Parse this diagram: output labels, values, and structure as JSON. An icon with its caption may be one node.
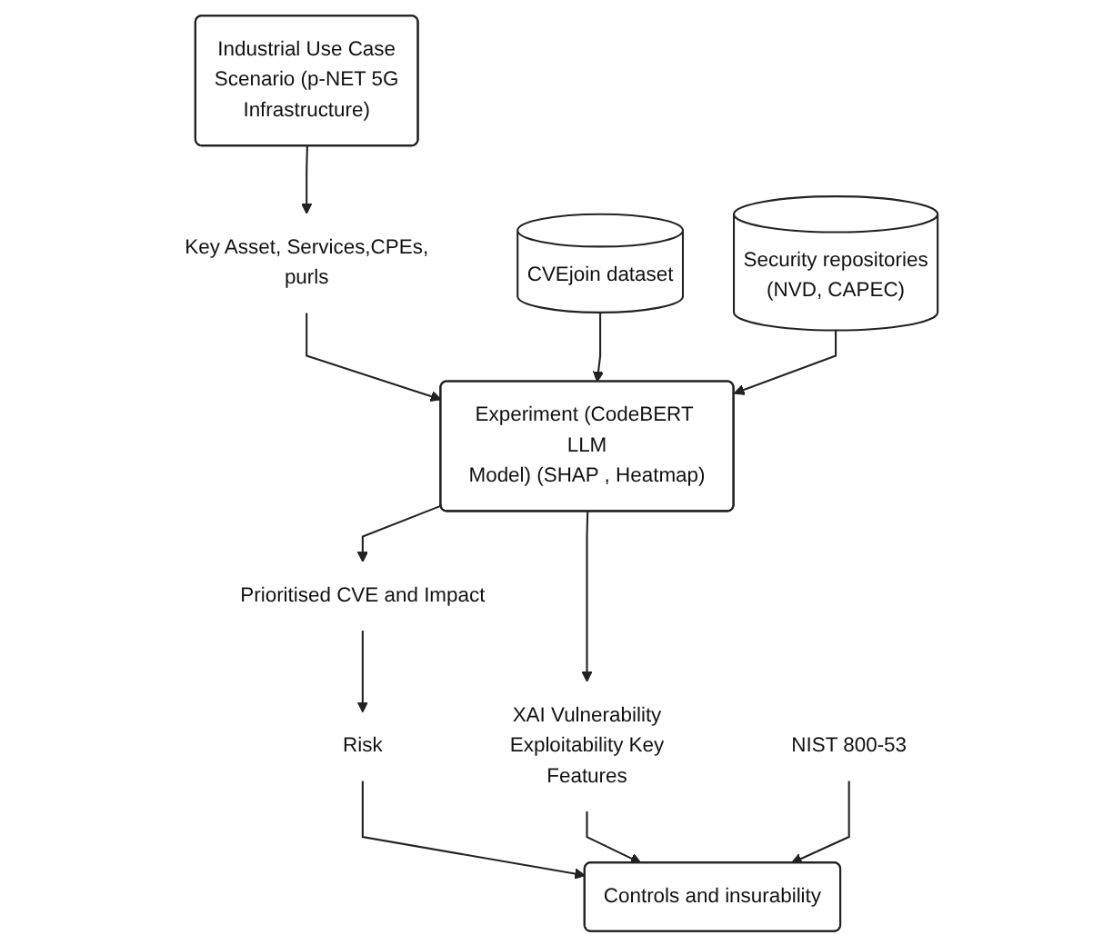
{
  "diagram": {
    "nodes": [
      {
        "text": [
          "Industrial Use Case Scenario (p-NET 5G Infrastructure)"
        ]
      },
      {
        "text": [
          "Key Asset, Services,CPEs, purls"
        ]
      },
      {
        "text": [
          "CVEjoin dataset"
        ]
      },
      {
        "text": [
          "Experiment (CodeBERT LLM Model) (SHAP , Heatmap)"
        ]
      },
      {
        "text": [
          "Security repositories (NVD, CAPEC)"
        ]
      },
      {
        "text": [
          "Prioritised CVE and Impact"
        ]
      },
      {
        "text": [
          "XAI Vulnerability Exploitability Key Features"
        ]
      },
      {
        "text": [
          "Risk"
        ]
      },
      {
        "text": [
          "Controls and insurability"
        ]
      },
      {
        "text": [
          "NIST 800-53"
        ]
      }
    ],
    "edges": [
      {
        "from": 0,
        "to": 1,
        "arrow": "to"
      },
      {
        "from": 1,
        "to": 3,
        "arrow": "to"
      },
      {
        "from": 2,
        "to": 3,
        "arrow": "to"
      },
      {
        "from": 4,
        "to": 3,
        "arrow": "to"
      },
      {
        "from": 3,
        "to": 5,
        "arrow": "to"
      },
      {
        "from": 5,
        "to": 7,
        "arrow": "to"
      },
      {
        "from": 3,
        "to": 6,
        "arrow": "to"
      },
      {
        "from": 7,
        "to": 8,
        "arrow": "to"
      },
      {
        "from": 6,
        "to": 8,
        "arrow": "to"
      },
      {
        "from": 9,
        "to": 8,
        "arrow": "to"
      }
    ]
  }
}
